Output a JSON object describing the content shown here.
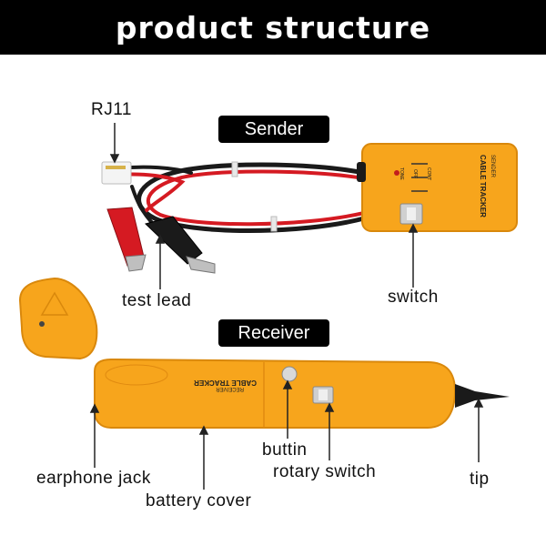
{
  "header": {
    "title": "product structure"
  },
  "sections": {
    "sender": "Sender",
    "receiver": "Receiver"
  },
  "labels": {
    "rj11": "RJ11",
    "test_lead": "test lead",
    "switch": "switch",
    "earphone_jack": "earphone jack",
    "battery_cover": "battery cover",
    "buttin": "buttin",
    "rotary_switch": "rotary switch",
    "tip": "tip"
  },
  "device_text": {
    "sender_brand": "CABLE TRACKER",
    "sender_model": "SENDER",
    "sender_tone": "TONE",
    "sender_off": "OFF",
    "sender_cont": "CONT",
    "receiver_brand": "CABLE TRACKER",
    "receiver_model": "RECEIVER"
  },
  "colors": {
    "device_body": "#f7a51c",
    "device_shade": "#e08a10",
    "clip_red": "#d51a22",
    "clip_black": "#1a1a1a",
    "banner_bg": "#000000"
  }
}
